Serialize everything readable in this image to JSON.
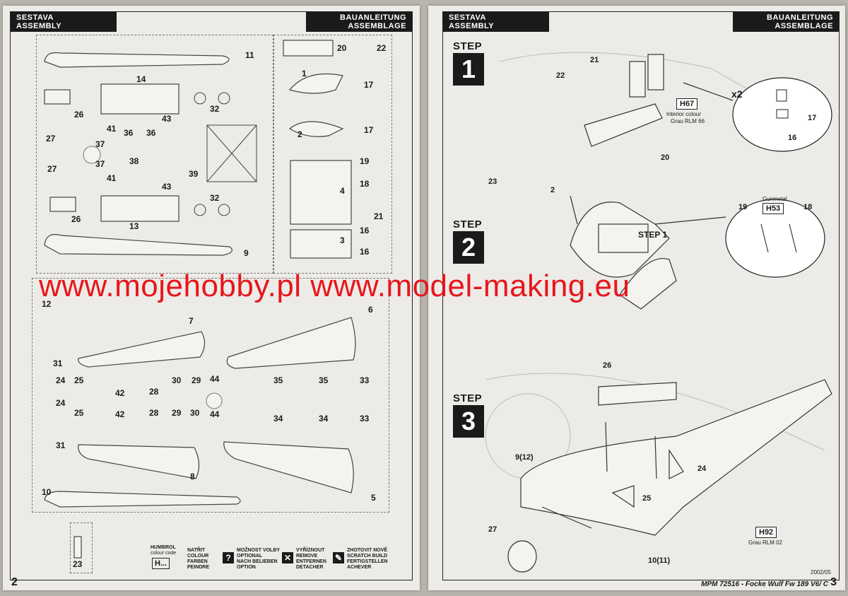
{
  "left_page": {
    "header_left": [
      "SESTAVA",
      "ASSEMBLY"
    ],
    "header_right": [
      "BAUANLEITUNG",
      "ASSEMBLAGE"
    ],
    "page_number": "2",
    "parts": [
      "11",
      "14",
      "26",
      "27",
      "41",
      "36",
      "36",
      "43",
      "37",
      "20",
      "22",
      "1",
      "17",
      "32",
      "2",
      "17",
      "38",
      "43",
      "27",
      "37",
      "41",
      "39",
      "19",
      "18",
      "4",
      "21",
      "26",
      "13",
      "32",
      "16",
      "3",
      "16",
      "9",
      "12",
      "7",
      "6",
      "31",
      "24",
      "25",
      "42",
      "28",
      "30",
      "29",
      "44",
      "35",
      "35",
      "33",
      "24",
      "25",
      "42",
      "28",
      "29",
      "30",
      "44",
      "34",
      "34",
      "33",
      "31",
      "8",
      "10",
      "5",
      "23"
    ],
    "legend": {
      "humbrol_brand": "HUMBROL",
      "humbrol_sub": "colour code",
      "humbrol_box": "H...",
      "paint": [
        "NATŘIT",
        "COLOUR",
        "FARBEN",
        "PEINDRE"
      ],
      "optional_icon": "?",
      "optional": [
        "MOŽNOST VOLBY",
        "OPTIONAL",
        "NACH BELIEBEN",
        "OPTION"
      ],
      "remove": [
        "VYŘÍZNOUT",
        "REMOVE",
        "ENTFERNEN",
        "DETACHER"
      ],
      "scratch": [
        "ZHOTOVIT NOVĚ",
        "SCRATCH BUILD",
        "FERTIGSTELLEN",
        "ACHEVER"
      ]
    }
  },
  "right_page": {
    "header_left": [
      "SESTAVA",
      "ASSEMBLY"
    ],
    "header_right": [
      "BAUANLEITUNG",
      "ASSEMBLAGE"
    ],
    "page_number": "3",
    "steps": [
      {
        "label": "STEP",
        "number": "1",
        "callouts": [
          "21",
          "22",
          "20",
          "17",
          "16"
        ],
        "multiplier": "x2",
        "colour": {
          "code": "H67",
          "line1": "Interior colour",
          "line2": "Grau RLM 66"
        }
      },
      {
        "label": "STEP",
        "number": "2",
        "callouts": [
          "23",
          "2",
          "19",
          "18"
        ],
        "ref": "STEP 1",
        "colour": {
          "code": "H53",
          "above": "Gunmetal"
        }
      },
      {
        "label": "STEP",
        "number": "3",
        "callouts": [
          "26",
          "9(12)",
          "24",
          "25",
          "27",
          "10(11)"
        ],
        "colour": {
          "code": "H92",
          "line1": "Grau RLM 02"
        }
      }
    ],
    "date_code": "2002/05",
    "footer": "MPM 72516 - Focke Wulf Fw 189 V6/ C"
  },
  "watermark": "www.mojehobby.pl www.model-making.eu"
}
